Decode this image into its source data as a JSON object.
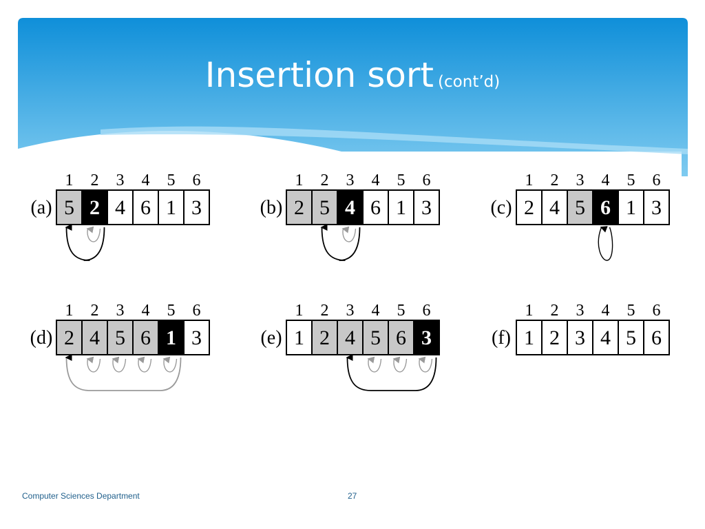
{
  "slide": {
    "title": "Insertion sort",
    "subtitle": "(cont’d)",
    "footer_department": "Computer Sciences Department",
    "page_number": "27"
  },
  "colors": {
    "header_top": "#0f8fd9",
    "header_bottom": "#7fcbf0",
    "cell_gray": "#c8c8c8",
    "cell_black": "#000000",
    "arrow_gray": "#9a9a9a"
  },
  "indices": [
    "1",
    "2",
    "3",
    "4",
    "5",
    "6"
  ],
  "panels": [
    {
      "label": "(a)",
      "values": [
        "5",
        "2",
        "4",
        "6",
        "1",
        "3"
      ],
      "gray": [
        0
      ],
      "black": 1,
      "arrow_to": 0,
      "from": [
        1
      ]
    },
    {
      "label": "(b)",
      "values": [
        "2",
        "5",
        "4",
        "6",
        "1",
        "3"
      ],
      "gray": [
        0,
        1
      ],
      "black": 2,
      "arrow_to": 1,
      "from": [
        2
      ]
    },
    {
      "label": "(c)",
      "values": [
        "2",
        "4",
        "5",
        "6",
        "1",
        "3"
      ],
      "gray": [
        2
      ],
      "black": 3,
      "arrow_to": 3,
      "from": []
    },
    {
      "label": "(d)",
      "values": [
        "2",
        "4",
        "5",
        "6",
        "1",
        "3"
      ],
      "gray": [
        0,
        1,
        2,
        3
      ],
      "black": 4,
      "arrow_to": 0,
      "from": [
        1,
        2,
        3,
        4
      ]
    },
    {
      "label": "(e)",
      "values": [
        "1",
        "2",
        "4",
        "5",
        "6",
        "3"
      ],
      "gray": [
        1,
        2,
        3,
        4
      ],
      "black": 5,
      "arrow_to": 2,
      "from": [
        3,
        4,
        5
      ]
    },
    {
      "label": "(f)",
      "values": [
        "1",
        "2",
        "3",
        "4",
        "5",
        "6"
      ],
      "gray": [],
      "black": -1,
      "arrow_to": -1,
      "from": []
    }
  ]
}
